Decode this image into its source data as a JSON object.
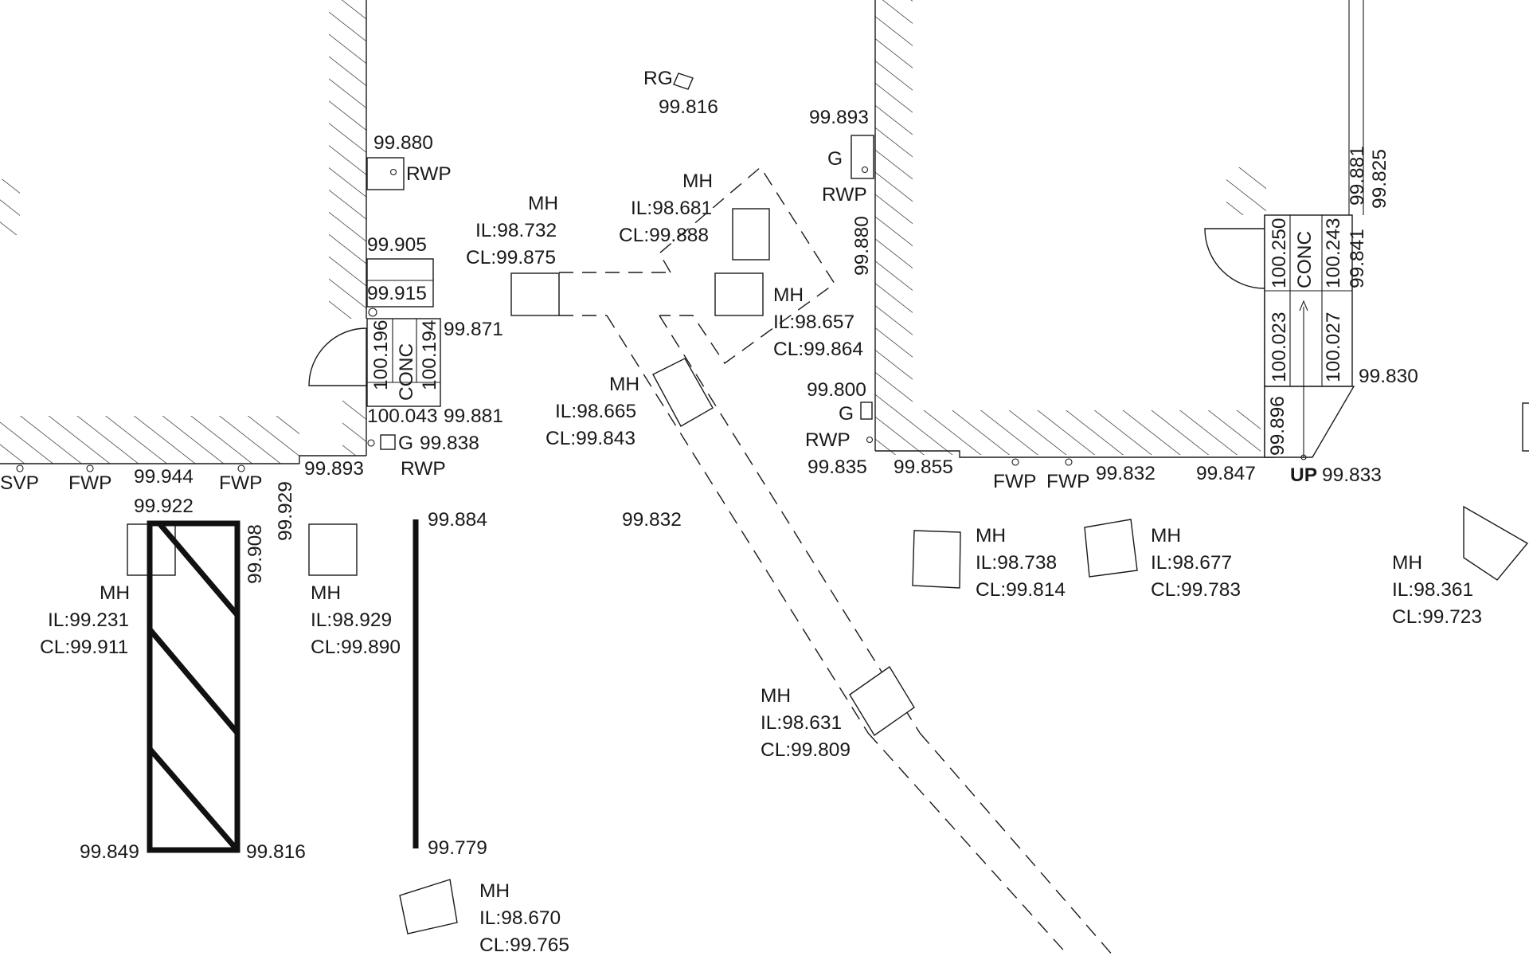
{
  "colors": {
    "line": "#1a1a1a",
    "background": "#ffffff"
  },
  "labels": {
    "mh_label": "MH",
    "rwp": "RWP",
    "g": "G",
    "rg": "RG",
    "svp": "SVP",
    "fwp": "FWP",
    "conc": "CONC",
    "up": "UP"
  },
  "manholes": [
    {
      "il": "IL:98.732",
      "cl": "CL:99.875"
    },
    {
      "il": "IL:98.681",
      "cl": "CL:99.888"
    },
    {
      "il": "IL:98.657",
      "cl": "CL:99.864"
    },
    {
      "il": "IL:98.665",
      "cl": "CL:99.843"
    },
    {
      "il": "IL:99.231",
      "cl": "CL:99.911"
    },
    {
      "il": "IL:98.929",
      "cl": "CL:99.890"
    },
    {
      "il": "IL:98.631",
      "cl": "CL:99.809"
    },
    {
      "il": "IL:98.738",
      "cl": "CL:99.814"
    },
    {
      "il": "IL:98.677",
      "cl": "CL:99.783"
    },
    {
      "il": "IL:98.361",
      "cl": "CL:99.723"
    },
    {
      "il": "IL:98.670",
      "cl": "CL:99.765"
    }
  ],
  "levels": {
    "l1": "99.880",
    "l2": "99.905",
    "l3": "99.915",
    "l4": "99.871",
    "l5": "100.196",
    "l6": "100.194",
    "l7": "100.043",
    "l8": "99.881",
    "l9": "99.838",
    "l10": "99.944",
    "l11": "99.922",
    "l12": "99.929",
    "l13": "99.893",
    "l14": "99.908",
    "l15": "99.884",
    "l16": "99.832",
    "l17": "99.849",
    "l18": "99.816",
    "l19": "99.779",
    "l20": "99.816",
    "l21": "99.893",
    "l22": "99.880",
    "l23": "99.800",
    "l24": "99.835",
    "l25": "99.855",
    "l26": "99.832",
    "l27": "99.847",
    "l28": "99.833",
    "l29": "99.830",
    "l30": "100.250",
    "l31": "100.243",
    "l32": "100.023",
    "l33": "100.027",
    "l34": "99.896",
    "l35": "99.881",
    "l36": "99.825",
    "l37": "99.841"
  }
}
